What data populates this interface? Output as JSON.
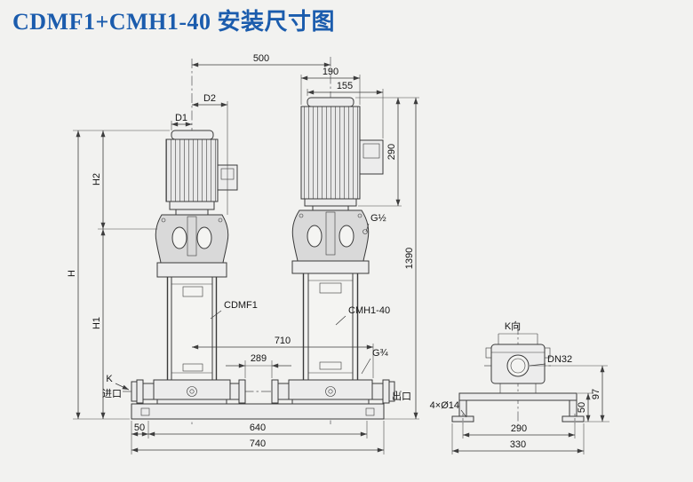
{
  "page": {
    "title": "CDMF1+CMH1-40 安装尺寸图"
  },
  "main_view": {
    "labels": {
      "left_pump": "CDMF1",
      "right_pump": "CMH1-40",
      "inlet_mark": "K",
      "inlet": "进口",
      "outlet": "出口",
      "gauge_port_top": "G½",
      "gauge_port_bottom": "G¾"
    },
    "dims": {
      "span_500": "500",
      "span_190": "190",
      "span_155": "155",
      "d2": "D2",
      "d1": "D1",
      "h2": "H2",
      "h": "H",
      "h1": "H1",
      "motor_height_290": "290",
      "total_height_1390": "1390",
      "ports_span_710": "710",
      "ports_gap_289": "289",
      "base_edge_50": "50",
      "base_inner_640": "640",
      "base_total_740": "740"
    }
  },
  "k_view": {
    "labels": {
      "view_name": "K向",
      "port": "DN32",
      "holes": "4×Ø14"
    },
    "dims": {
      "height_50": "50",
      "height_97": "97",
      "holes_span_290": "290",
      "base_total_330": "330"
    }
  },
  "colors": {
    "title": "#1b5cad",
    "line": "#3d3d3d",
    "background": "#f2f2f0"
  }
}
